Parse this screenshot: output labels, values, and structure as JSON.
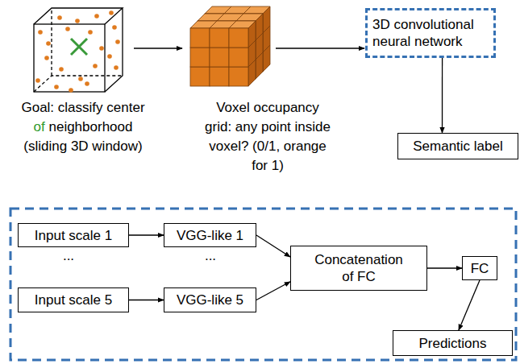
{
  "diagram": {
    "nodes": [
      {
        "text": [
          "3D convolutional neural network"
        ]
      },
      {
        "text": [
          "Semantic label"
        ]
      },
      {
        "text": [
          "Input scale 1"
        ]
      },
      {
        "text": [
          "VGG-like 1"
        ]
      },
      {
        "text": [
          "Concatenation of FC"
        ]
      },
      {
        "text": [
          "FC"
        ]
      },
      {
        "text": [
          "Input scale 5"
        ]
      },
      {
        "text": [
          "VGG-like 5"
        ]
      },
      {
        "text": [
          "Predictions"
        ]
      }
    ],
    "edges": [
      {
        "from": 0,
        "to": 1,
        "arrow": "to"
      },
      {
        "from": 2,
        "to": 3,
        "arrow": "to"
      },
      {
        "from": 6,
        "to": 7,
        "arrow": "to"
      },
      {
        "from": 3,
        "to": 4,
        "arrow": "to"
      },
      {
        "from": 7,
        "to": 4,
        "arrow": "to"
      },
      {
        "from": 4,
        "to": 5,
        "arrow": "to"
      },
      {
        "from": 5,
        "to": 8,
        "arrow": "to"
      }
    ],
    "labels": [
      "Goal: classify center of neighborhood (sliding 3D window)",
      "Voxel occupancy grid: any point inside voxel? (0/1, orange for 1)",
      "...",
      "..."
    ]
  }
}
